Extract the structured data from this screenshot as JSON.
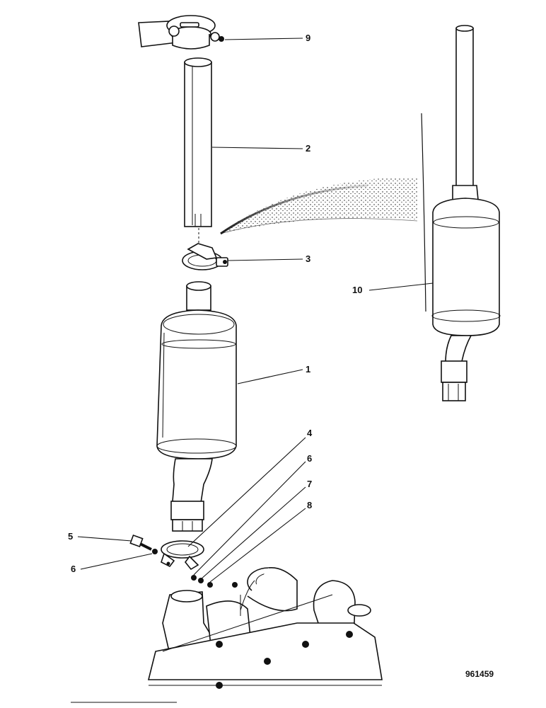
{
  "diagram": {
    "drawing_number": "961459",
    "callouts": [
      {
        "id": "callout-9",
        "label": "9"
      },
      {
        "id": "callout-2",
        "label": "2"
      },
      {
        "id": "callout-3",
        "label": "3"
      },
      {
        "id": "callout-10",
        "label": "10"
      },
      {
        "id": "callout-1",
        "label": "1"
      },
      {
        "id": "callout-4",
        "label": "4"
      },
      {
        "id": "callout-6a",
        "label": "6"
      },
      {
        "id": "callout-7",
        "label": "7"
      },
      {
        "id": "callout-8",
        "label": "8"
      },
      {
        "id": "callout-5",
        "label": "5"
      },
      {
        "id": "callout-6b",
        "label": "6"
      }
    ]
  }
}
